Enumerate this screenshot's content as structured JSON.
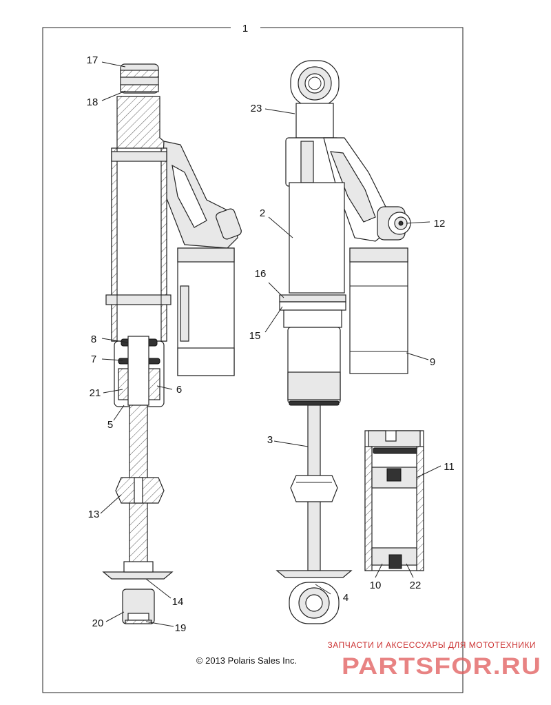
{
  "diagram": {
    "assembly_callout": "1",
    "callouts": [
      {
        "id": "c17",
        "label": "17"
      },
      {
        "id": "c18",
        "label": "18"
      },
      {
        "id": "c23",
        "label": "23"
      },
      {
        "id": "c2",
        "label": "2"
      },
      {
        "id": "c12",
        "label": "12"
      },
      {
        "id": "c16",
        "label": "16"
      },
      {
        "id": "c15",
        "label": "15"
      },
      {
        "id": "c8",
        "label": "8"
      },
      {
        "id": "c7",
        "label": "7"
      },
      {
        "id": "c6",
        "label": "6"
      },
      {
        "id": "c21",
        "label": "21"
      },
      {
        "id": "c5",
        "label": "5"
      },
      {
        "id": "c9",
        "label": "9"
      },
      {
        "id": "c3",
        "label": "3"
      },
      {
        "id": "c11",
        "label": "11"
      },
      {
        "id": "c13",
        "label": "13"
      },
      {
        "id": "c10",
        "label": "10"
      },
      {
        "id": "c22",
        "label": "22"
      },
      {
        "id": "c14",
        "label": "14"
      },
      {
        "id": "c4",
        "label": "4"
      },
      {
        "id": "c20",
        "label": "20"
      },
      {
        "id": "c19",
        "label": "19"
      }
    ],
    "copyright": "© 2013 Polaris Sales Inc."
  },
  "watermark": {
    "tagline": "ЗАПЧАСТИ И АКСЕССУАРЫ ДЛЯ МОТОТЕХНИКИ",
    "brand": "PARTSFOR.RU",
    "color": "#e05a5a"
  }
}
